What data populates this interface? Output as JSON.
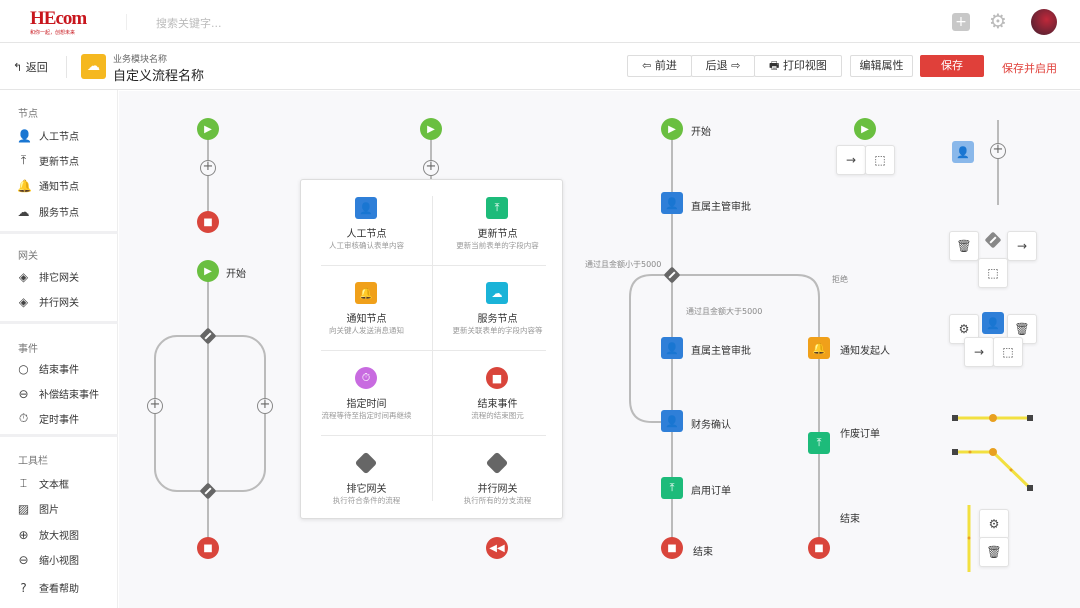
{
  "topbar": {
    "logo": "HEcom",
    "logo_tagline": "和你一起，创想未来",
    "search_placeholder": "搜索关键字...",
    "icons": [
      "plus-square-icon",
      "gear-icon",
      "avatar"
    ]
  },
  "header": {
    "back": "返回",
    "module": "业务模块名称",
    "title": "自定义流程名称",
    "forward": "前进",
    "backward": "后退",
    "print": "打印视图",
    "edit_props": "编辑属性",
    "save": "保存",
    "save_enable": "保存并启用",
    "save_color": "#e0403a"
  },
  "sidebar": {
    "nodes_title": "节点",
    "nodes": [
      "人工节点",
      "更新节点",
      "通知节点",
      "服务节点"
    ],
    "gateways_title": "网关",
    "gateways": [
      "排它网关",
      "并行网关"
    ],
    "events_title": "事件",
    "events": [
      "结束事件",
      "补偿结束事件",
      "定时事件"
    ],
    "tools_title": "工具栏",
    "tools": [
      "文本框",
      "图片",
      "放大视图",
      "缩小视图",
      "查看帮助"
    ]
  },
  "panel": {
    "items": [
      {
        "title": "人工节点",
        "desc": "人工审核确认表单内容",
        "color": "#2f7fd8"
      },
      {
        "title": "更新节点",
        "desc": "更新当前表单的字段内容",
        "color": "#1dbb7a"
      },
      {
        "title": "通知节点",
        "desc": "向关键人发送消息通知",
        "color": "#f0a01a"
      },
      {
        "title": "服务节点",
        "desc": "更新关联表单的字段内容等",
        "color": "#1ab3d8"
      },
      {
        "title": "指定时间",
        "desc": "流程等待至指定时间再继续",
        "color": "#c86be0"
      },
      {
        "title": "结束事件",
        "desc": "流程的结束图元",
        "color": "#d9453b"
      },
      {
        "title": "排它网关",
        "desc": "执行符合条件的流程",
        "color": "#666666"
      },
      {
        "title": "并行网关",
        "desc": "执行所有的分支流程",
        "color": "#666666"
      }
    ]
  },
  "flow1": {
    "start": "开始"
  },
  "flow3": {
    "start": "开始",
    "approve1": "直属主管审批",
    "cond_lt": "通过且金额小于5000",
    "cond_gt": "通过且金额大于5000",
    "reject": "拒绝",
    "approve2": "直属主管审批",
    "finance": "财务确认",
    "enable": "启用订单",
    "end": "结束",
    "notify": "通知发起人",
    "void": "作废订单",
    "end2": "结束"
  }
}
